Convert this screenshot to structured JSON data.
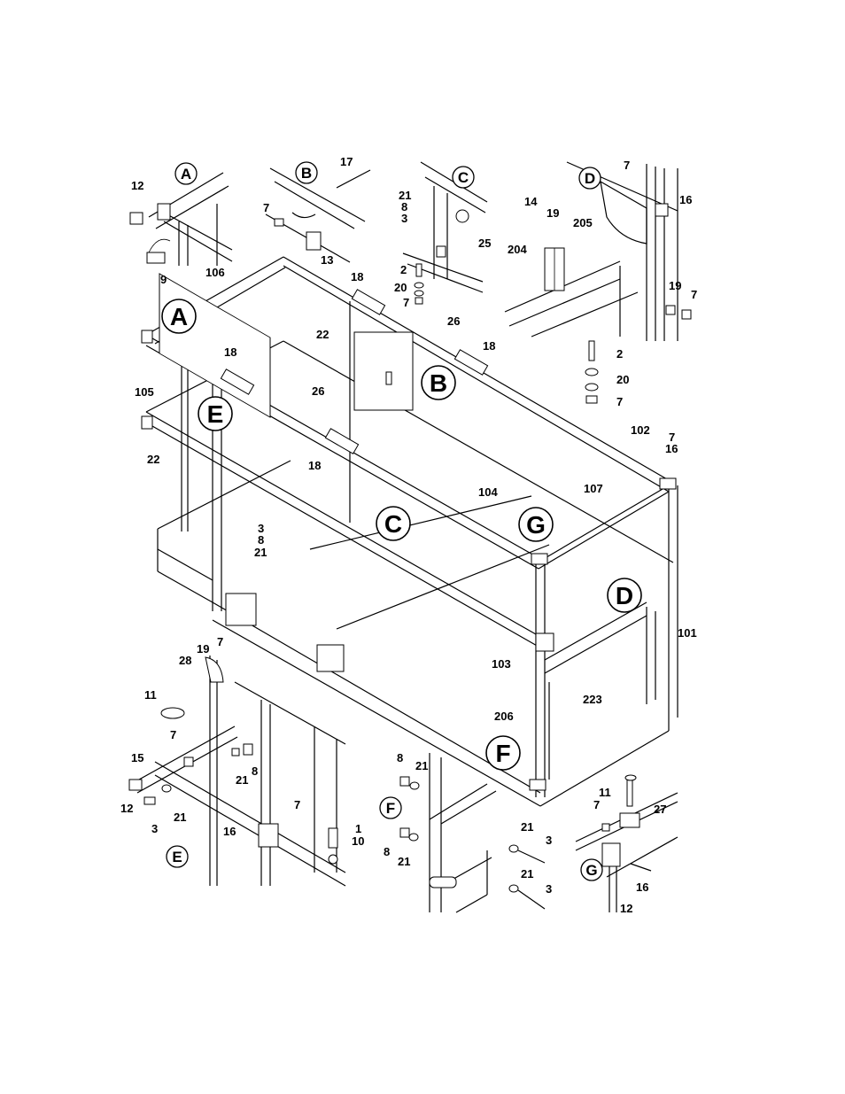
{
  "detail_labels_small": [
    "A",
    "B",
    "C",
    "D",
    "E",
    "F",
    "G"
  ],
  "detail_labels_main": [
    "A",
    "B",
    "C",
    "D",
    "E",
    "F",
    "G"
  ],
  "callouts": {
    "a": [
      "12",
      "9",
      "106"
    ],
    "b": [
      "17",
      "7",
      "13"
    ],
    "c": [
      "21",
      "8",
      "3",
      "25",
      "2",
      "20",
      "7"
    ],
    "d": [
      "7",
      "16",
      "14",
      "19",
      "205",
      "204",
      "19",
      "7",
      "2",
      "20",
      "7"
    ],
    "main": [
      "18",
      "22",
      "26",
      "18",
      "18",
      "105",
      "26",
      "22",
      "18",
      "102",
      "7",
      "16",
      "104",
      "107",
      "3",
      "8",
      "21",
      "101",
      "103",
      "223",
      "206"
    ],
    "e": [
      "7",
      "19",
      "28",
      "11",
      "7",
      "15",
      "21",
      "8",
      "12",
      "21",
      "3",
      "16",
      "7",
      "1",
      "10"
    ],
    "f": [
      "8",
      "21",
      "21",
      "3",
      "8",
      "21",
      "21",
      "3"
    ],
    "g": [
      "11",
      "27",
      "7",
      "16",
      "12"
    ]
  }
}
